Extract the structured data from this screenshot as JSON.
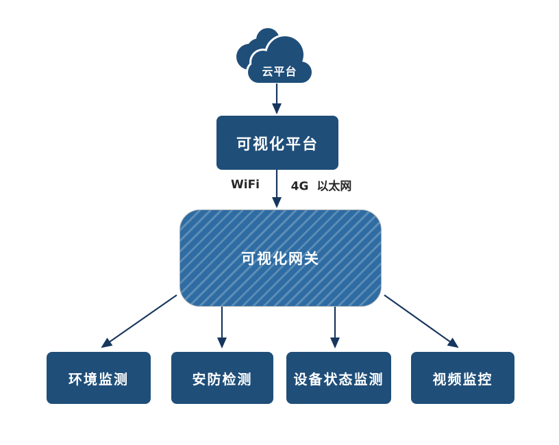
{
  "cloud": {
    "label": "云平台"
  },
  "platform": {
    "label": "可视化平台"
  },
  "connection_labels": {
    "left": "WiFi",
    "right": "4G 以太网"
  },
  "gateway": {
    "label": "可视化网关"
  },
  "endpoints": [
    {
      "label": "环境监测"
    },
    {
      "label": "安防检测"
    },
    {
      "label": "设备状态监测"
    },
    {
      "label": "视频监控"
    }
  ],
  "colors": {
    "background": "#FFFFFF",
    "node_fill": "#1F4E79",
    "node_text": "#FFFFFF",
    "gateway_fill": "#2E6CA3",
    "gateway_stripe": "#5D8DB6",
    "gateway_border": "#A6ADB4",
    "arrow": "#17365D",
    "link_label_text": "#262626"
  }
}
